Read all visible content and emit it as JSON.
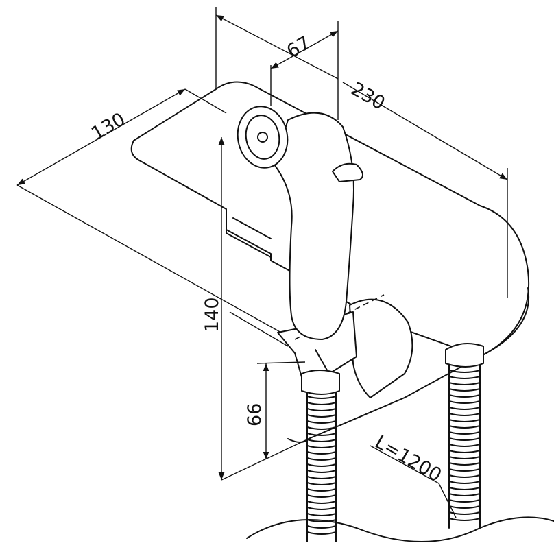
{
  "dimensions": {
    "width_67": "67",
    "depth_230": "230",
    "width_130": "130",
    "height_140": "140",
    "height_66": "66",
    "hose_length": "L=1200"
  },
  "colors": {
    "line": "#111111",
    "background": "#ffffff"
  }
}
